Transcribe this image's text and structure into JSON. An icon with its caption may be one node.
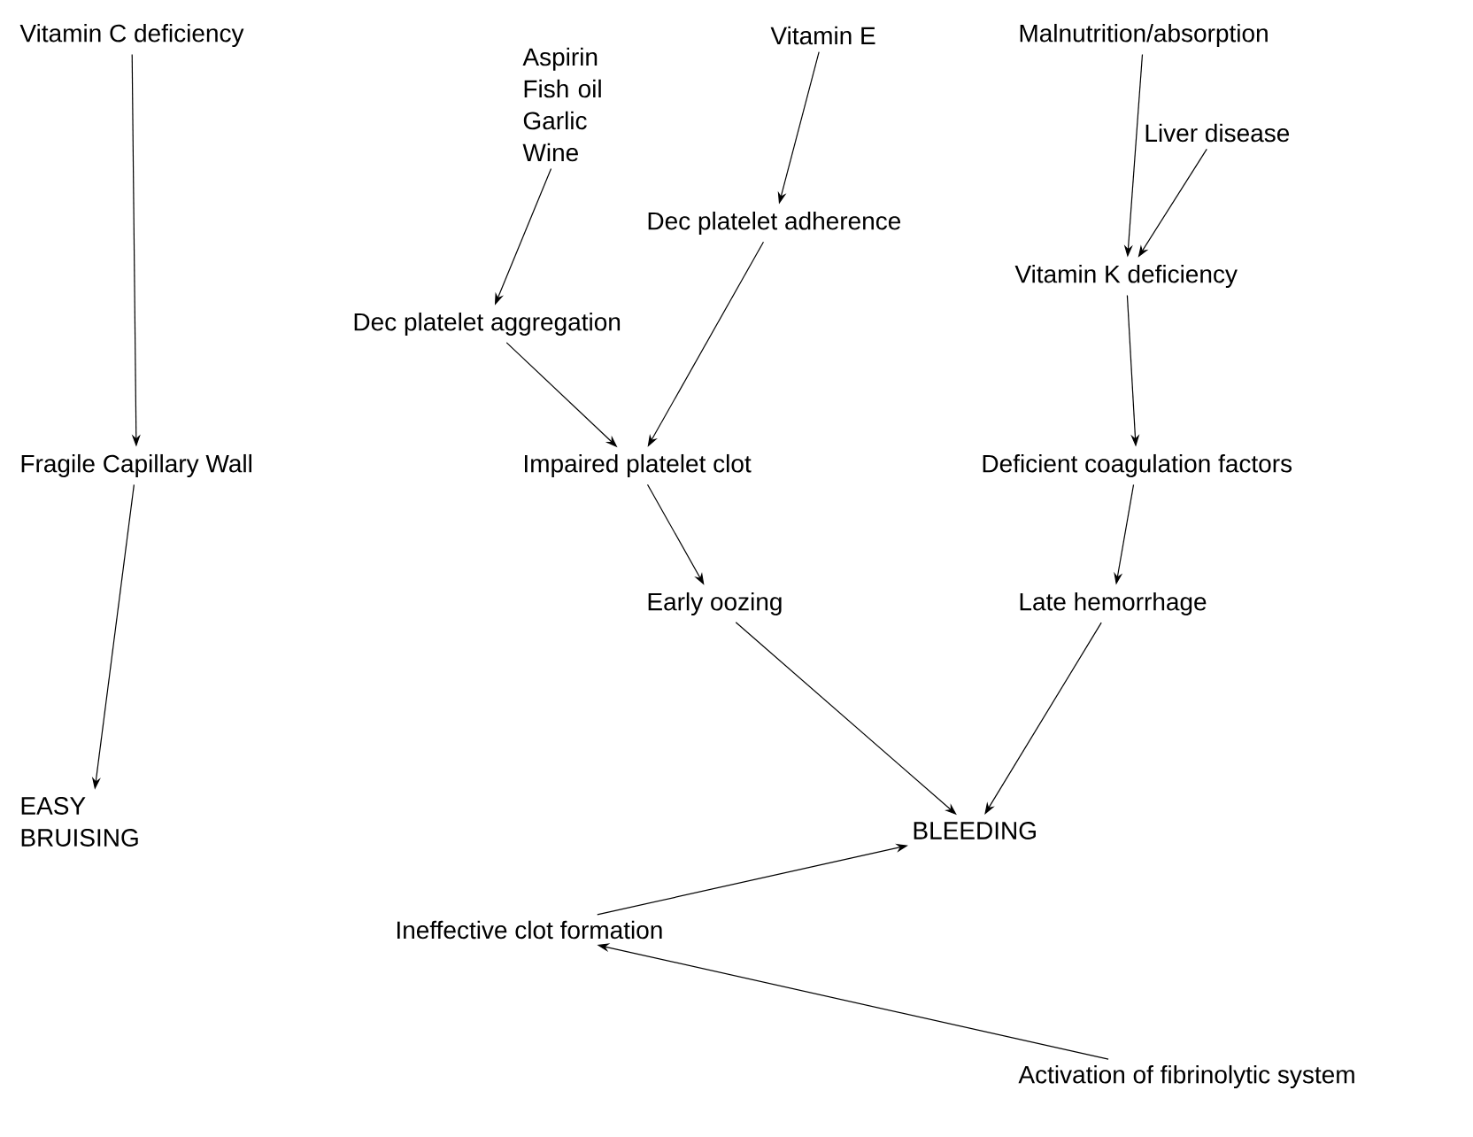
{
  "diagram": {
    "nodes": [
      {
        "text": [
          "Vitamin C deficiency"
        ]
      },
      {
        "text": [
          "Aspirin Fish oil Garlic Wine"
        ]
      },
      {
        "text": [
          "Vitamin E"
        ]
      },
      {
        "text": [
          "Malnutrition/absorption"
        ]
      },
      {
        "text": [
          "Liver disease"
        ]
      },
      {
        "text": [
          "Dec platelet adherence"
        ]
      },
      {
        "text": [
          "Vitamin K deficiency"
        ]
      },
      {
        "text": [
          "Dec platelet aggregation"
        ]
      },
      {
        "text": [
          "Fragile Capillary Wall"
        ]
      },
      {
        "text": [
          "Impaired platelet clot"
        ]
      },
      {
        "text": [
          "Deficient coagulation factors"
        ]
      },
      {
        "text": [
          "Early oozing"
        ]
      },
      {
        "text": [
          "Late hemorrhage"
        ]
      },
      {
        "text": [
          "EASY BRUISING"
        ]
      },
      {
        "text": [
          "BLEEDING"
        ]
      },
      {
        "text": [
          "Ineffective clot formation"
        ]
      },
      {
        "text": [
          "Activation of fibrinolytic system"
        ]
      }
    ],
    "edges": [
      {
        "from": 0,
        "to": 8,
        "arrow": "to"
      },
      {
        "from": 8,
        "to": 13,
        "arrow": "to"
      },
      {
        "from": 1,
        "to": 7,
        "arrow": "to"
      },
      {
        "from": 2,
        "to": 5,
        "arrow": "to"
      },
      {
        "from": 3,
        "to": 6,
        "arrow": "to"
      },
      {
        "from": 4,
        "to": 6,
        "arrow": "to"
      },
      {
        "from": 5,
        "to": 9,
        "arrow": "to"
      },
      {
        "from": 7,
        "to": 9,
        "arrow": "to"
      },
      {
        "from": 6,
        "to": 10,
        "arrow": "to"
      },
      {
        "from": 9,
        "to": 11,
        "arrow": "to"
      },
      {
        "from": 10,
        "to": 12,
        "arrow": "to"
      },
      {
        "from": 11,
        "to": 14,
        "arrow": "to"
      },
      {
        "from": 12,
        "to": 14,
        "arrow": "to"
      },
      {
        "from": 15,
        "to": 14,
        "arrow": "to"
      },
      {
        "from": 16,
        "to": 15,
        "arrow": "to"
      }
    ]
  }
}
